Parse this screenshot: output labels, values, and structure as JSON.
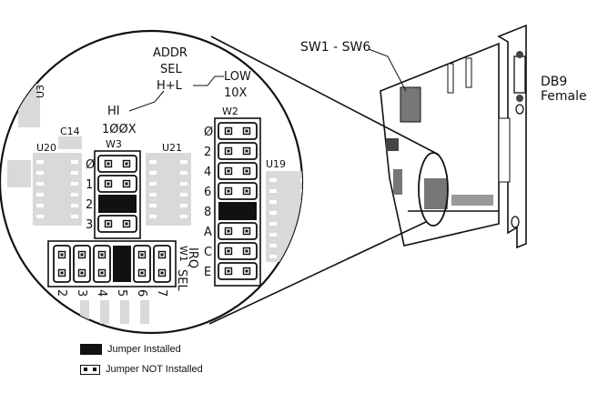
{
  "card": {
    "switch_label": "SW1 - SW6",
    "connector_label_line1": "DB9",
    "connector_label_line2": "Female"
  },
  "zoom": {
    "addr_sel_line1": "ADDR",
    "addr_sel_line2": "SEL",
    "addr_sel_line3": "H+L",
    "low_label": "LOW",
    "low_value": "10X",
    "hi_label": "HI",
    "hi_value": "1ØØX",
    "w2_label": "W2",
    "w2_pins": [
      "Ø",
      "2",
      "4",
      "6",
      "8",
      "A",
      "C",
      "E"
    ],
    "w2_installed": [
      false,
      false,
      false,
      false,
      true,
      false,
      false,
      false
    ],
    "w3_label": "W3",
    "w3_pins": [
      "Ø",
      "1",
      "2",
      "3"
    ],
    "w3_installed": [
      false,
      false,
      true,
      false
    ],
    "w1_label": "W1",
    "irq_label_line1": "IRQ",
    "irq_label_line2": "SEL",
    "w1_pins": [
      "2",
      "3",
      "4",
      "5",
      "6",
      "7"
    ],
    "w1_installed": [
      false,
      false,
      false,
      true,
      false,
      false
    ],
    "chip_labels": [
      "U20",
      "C14",
      "U21",
      "U19",
      "U3"
    ]
  },
  "legend": {
    "installed": "Jumper Installed",
    "not_installed": "Jumper NOT Installed"
  },
  "colors": {
    "ink": "#111111",
    "chip_fill": "#d9d9d9",
    "board_fill": "#ffffff"
  }
}
